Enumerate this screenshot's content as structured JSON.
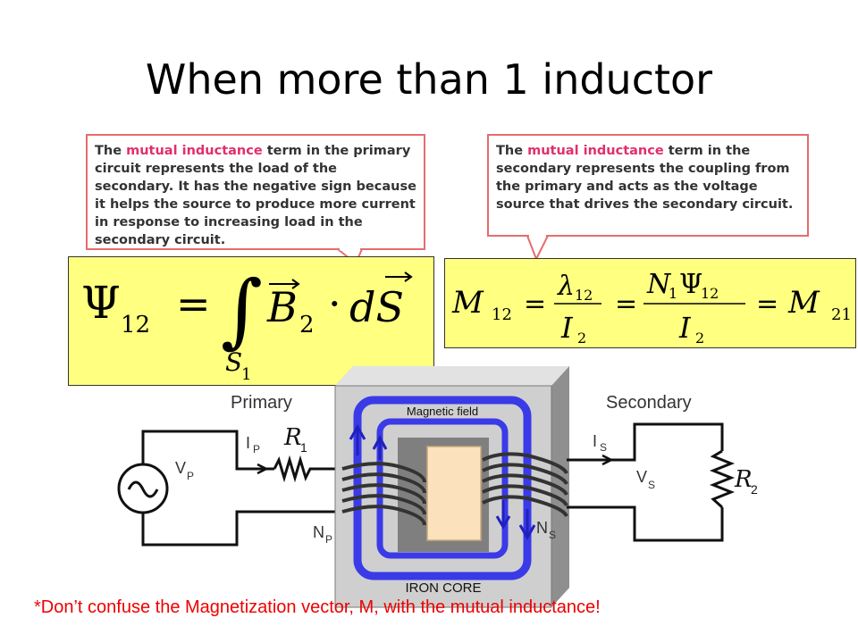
{
  "slide": {
    "title": "When more than 1 inductor",
    "footnote": "*Don’t confuse the Magnetization vector, M, with the mutual inductance!"
  },
  "callouts": [
    {
      "highlight": "mutual inductance",
      "text_before": "The ",
      "text_after": " term in the primary circuit represents the load of the secondary. It has the negative sign because it helps the source to produce more current in response to increasing load in the secondary circuit."
    },
    {
      "highlight": "mutual inductance",
      "text_before": "The ",
      "text_after": " term in the secondary represents the coupling from the primary and acts as the voltage source that drives the secondary circuit."
    }
  ],
  "equations": {
    "flux": {
      "lhs_symbol": "Ψ",
      "lhs_sub": "12",
      "eq": "=",
      "integral": "∫",
      "lower_limit": "S",
      "lower_limit_sub": "1",
      "B": "B",
      "B_sub": "2",
      "dot": "·",
      "dS": "dS"
    },
    "mutual": {
      "M": "M",
      "M_sub": "12",
      "eq": "=",
      "lambda": "λ",
      "lambda_sub": "12",
      "I": "I",
      "I_sub": "2",
      "N": "N",
      "N_sub": "1",
      "Psi": "Ψ",
      "Psi_sub": "12",
      "M2_sub": "21"
    }
  },
  "diagram": {
    "primary_label": "Primary",
    "secondary_label": "Secondary",
    "field_label": "Magnetic field",
    "core_label": "IRON CORE",
    "R1": "R",
    "R1_sub": "1",
    "R2": "R",
    "R2_sub": "2",
    "IP": "I",
    "IP_sub": "P",
    "IS": "I",
    "IS_sub": "S",
    "VP": "V",
    "VP_sub": "P",
    "VS": "V",
    "VS_sub": "S",
    "NP": "N",
    "NP_sub": "P",
    "NS": "N",
    "NS_sub": "S",
    "source_symbol": "∿"
  },
  "colors": {
    "callout_border": "#e46d6d",
    "highlight": "#e0306a",
    "equation_bg": "#ffff80",
    "field_blue": "#3a3ae8",
    "footnote": "#ee0000"
  }
}
